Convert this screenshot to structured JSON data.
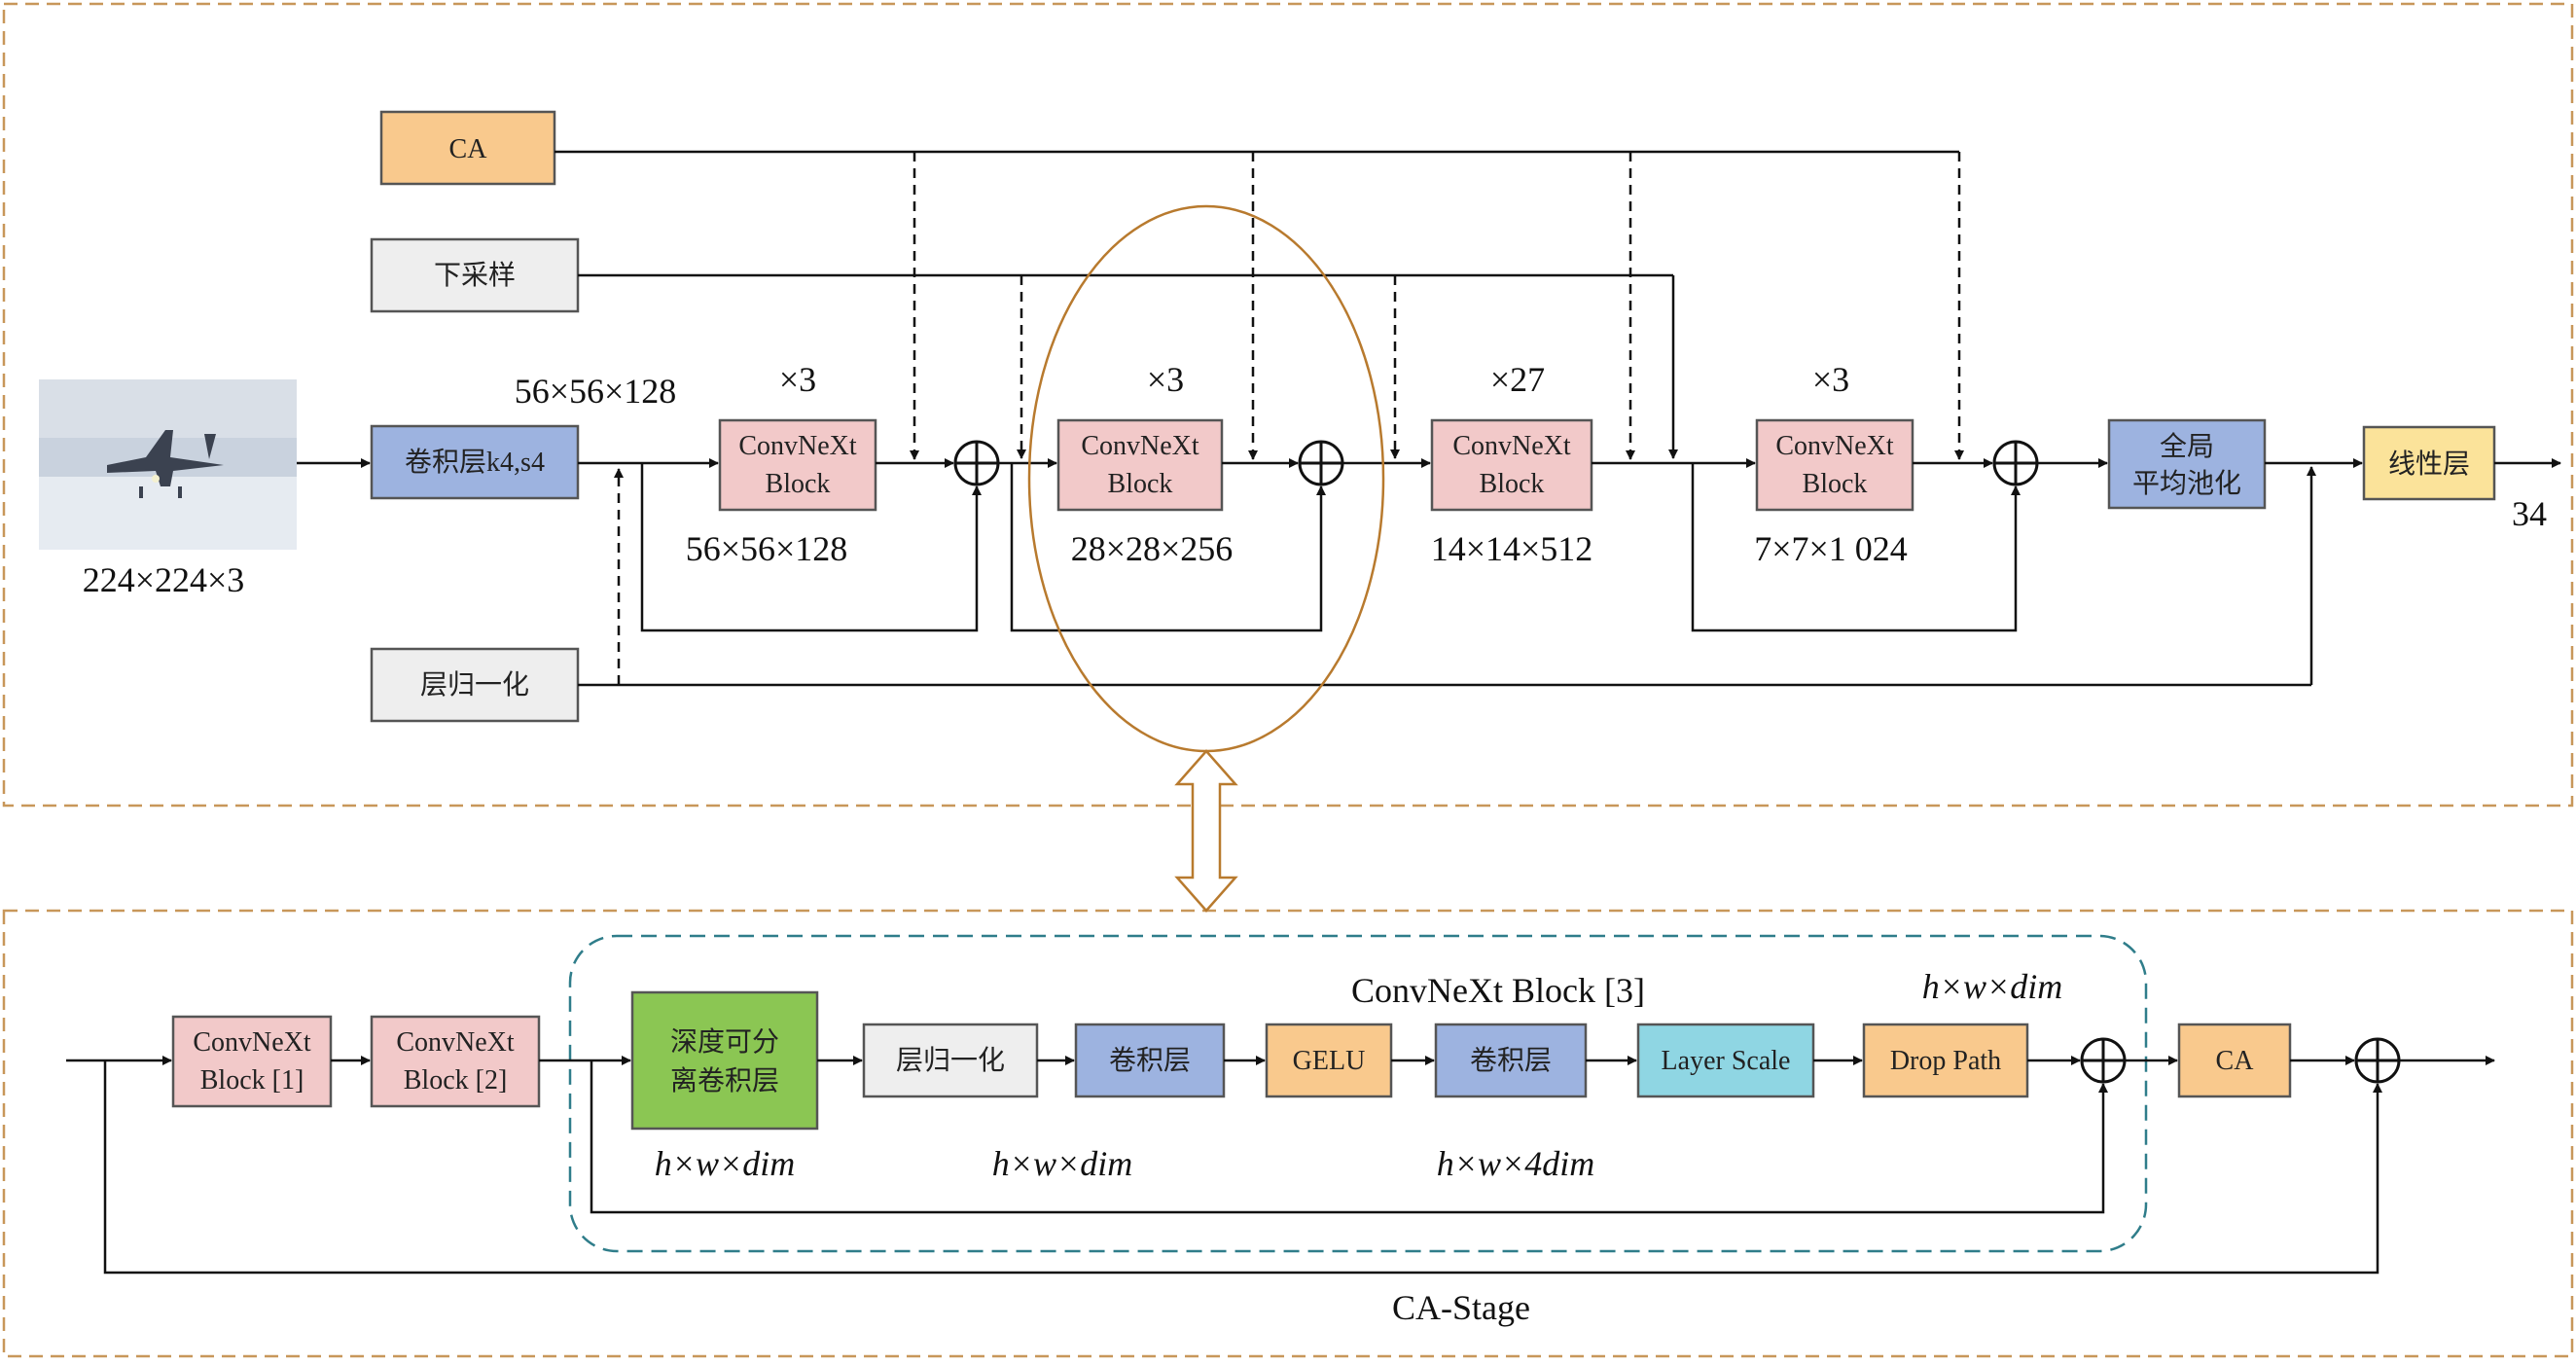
{
  "top": {
    "ca_label": "CA",
    "downsample_label": "下采样",
    "layernorm_label": "层归一化",
    "conv_label": "卷积层k4,s4",
    "input_size": "224×224×3",
    "stem_size": "56×56×128",
    "blocks": [
      {
        "line1": "ConvNeXt",
        "line2": "Block",
        "repeat": "×3",
        "size": "56×56×128"
      },
      {
        "line1": "ConvNeXt",
        "line2": "Block",
        "repeat": "×3",
        "size": "28×28×256"
      },
      {
        "line1": "ConvNeXt",
        "line2": "Block",
        "repeat": "×27",
        "size": "14×14×512"
      },
      {
        "line1": "ConvNeXt",
        "line2": "Block",
        "repeat": "×3",
        "size": "7×7×1 024"
      }
    ],
    "gap_line1": "全局",
    "gap_line2": "平均池化",
    "linear_label": "线性层",
    "output_count": "34"
  },
  "bottom": {
    "block1_line1": "ConvNeXt",
    "block1_line2": "Block [1]",
    "block2_line1": "ConvNeXt",
    "block2_line2": "Block [2]",
    "block3_title": "ConvNeXt Block [3]",
    "dwconv_line1": "深度可分",
    "dwconv_line2": "离卷积层",
    "layernorm_label": "层归一化",
    "conv1_label": "卷积层",
    "gelu_label": "GELU",
    "conv2_label": "卷积层",
    "layerscale_label": "Layer Scale",
    "droppath_label": "Drop Path",
    "ca_label": "CA",
    "dim1": "h×w×dim",
    "dim2": "h×w×dim",
    "dim3": "h×w×4dim",
    "dim4": "h×w×dim",
    "stage_label": "CA-Stage"
  },
  "colors": {
    "panel_border": "#c8975a",
    "ca_fill": "#f9c98d",
    "gray_fill": "#eeeeee",
    "blue_fill": "#9db3e0",
    "pink_fill": "#f2c9c9",
    "yellow_fill": "#fbe39a",
    "green_fill": "#8bc653",
    "cyan_fill": "#8fd6e3",
    "ellipse": "#b87a2e",
    "teal_dash": "#2f7d8a"
  }
}
